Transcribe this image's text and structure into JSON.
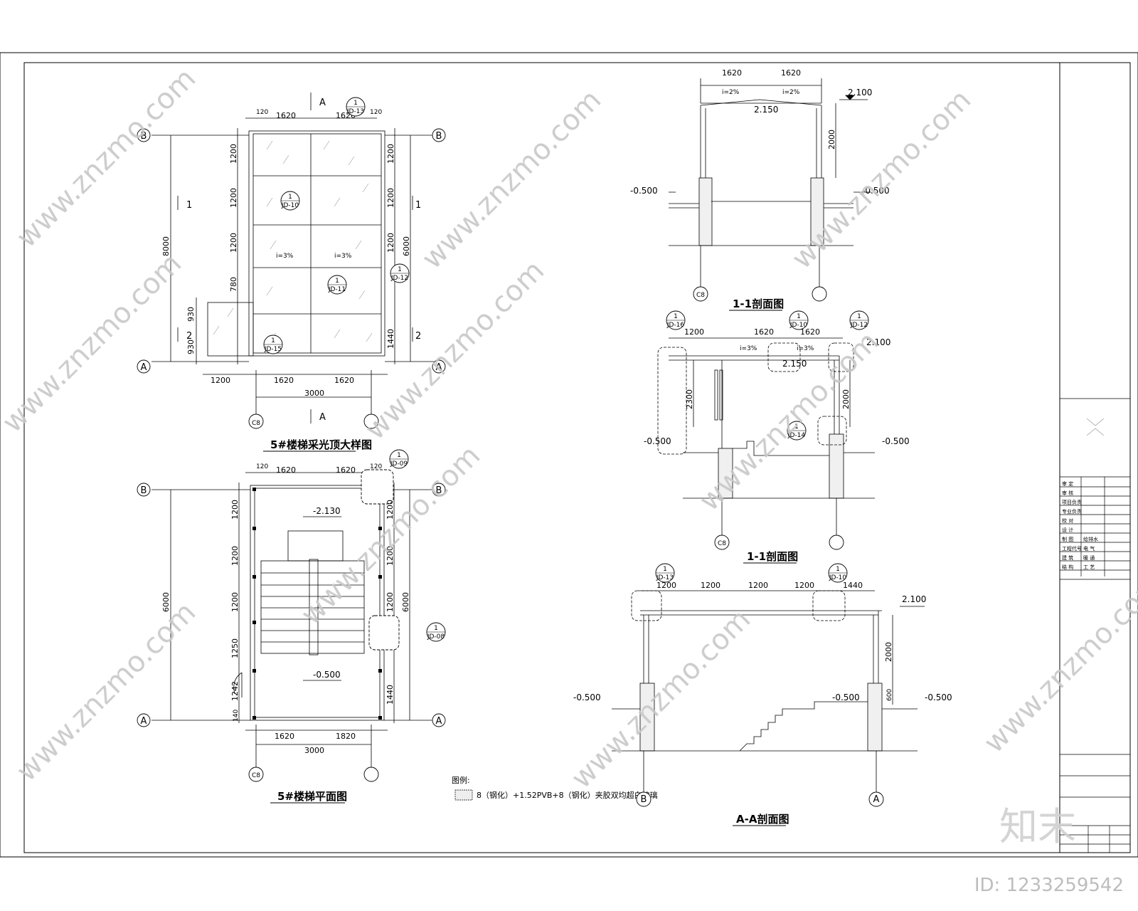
{
  "titles": {
    "skylight_detail": "5#楼梯采光顶大样图",
    "stair_plan": "5#楼梯平面图",
    "section_11_a": "1-1剖面图",
    "section_11_b": "1-1剖面图",
    "section_aa": "A-A剖面图"
  },
  "legend": {
    "heading": "图例:",
    "text": "8（钢化）+1.52PVB+8（钢化）夹胶双均超白玻璃"
  },
  "axes": {
    "b": "B",
    "a": "A",
    "c8": "C8",
    "cut_a": "A",
    "cut_1": "1",
    "cut_2": "2"
  },
  "dims": {
    "d120": "120",
    "d1620": "1620",
    "d1200": "1200",
    "d780": "780",
    "d930": "930",
    "d1440": "1440",
    "d3000": "3000",
    "d6000": "6000",
    "d8000": "8000",
    "d2000": "2000",
    "d2300": "2300",
    "d1250": "1250",
    "d1242": "1242",
    "d140": "140",
    "d600": "600",
    "d1820": "1820"
  },
  "elev": {
    "e2100": "2.100",
    "e2150": "2.150",
    "em0500": "-0.500",
    "em2130": "-2.130"
  },
  "slopes": {
    "i3": "i=3%",
    "i2": "i=2%"
  },
  "details": {
    "jd13": "JD-13",
    "jd10": "JD-10",
    "jd11": "JD-11",
    "jd12": "JD-12",
    "jd15": "JD-15",
    "jd09": "JD-09",
    "jd08": "JD-08",
    "jd16": "JD-16",
    "jd14": "JD-14",
    "one": "1"
  },
  "watermark": {
    "site": "www.znzmo.com",
    "brand": "知末",
    "id": "ID: 1233259542"
  },
  "title_block": {
    "rows": [
      "审 定",
      "审 核",
      "项目负责",
      "专业负责",
      "校 对",
      "设 计",
      "制 图",
      "工程代号",
      "建 筑",
      "结 构",
      "给排水",
      "电 气",
      "暖 通",
      "工 艺"
    ]
  }
}
